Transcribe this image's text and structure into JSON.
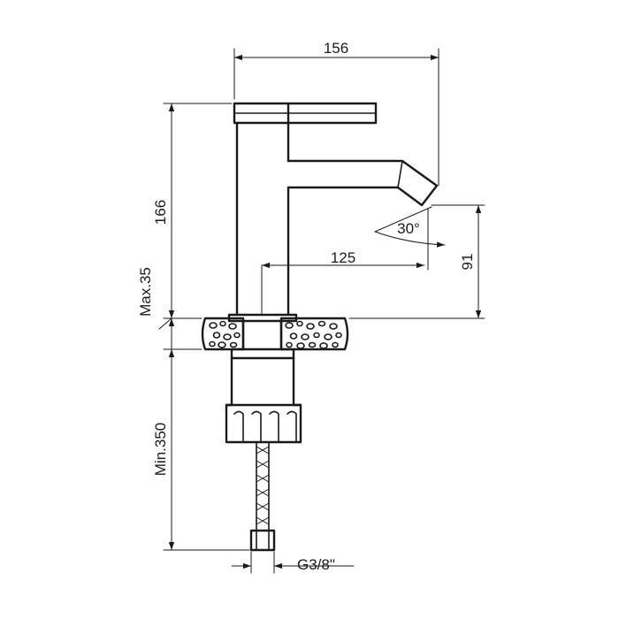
{
  "dimensions": {
    "overall_width": "156",
    "height_to_handle": "166",
    "spout_reach": "125",
    "spout_height": "91",
    "spout_angle": "30°",
    "max_deck_thickness": "Max.35",
    "min_hose_length": "Min.350",
    "connection_thread": "G3/8\""
  }
}
